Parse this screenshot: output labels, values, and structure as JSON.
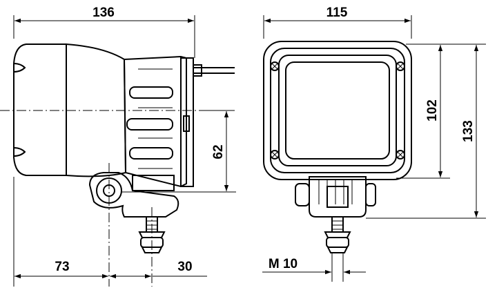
{
  "dimensions": {
    "side_width": "136",
    "front_width": "115",
    "height_62": "62",
    "height_102": "102",
    "height_133": "133",
    "offset_73": "73",
    "offset_30": "30",
    "thread": "M 10"
  },
  "colors": {
    "ink": "#000000",
    "shade": "#cfcfcf",
    "light_shade": "#e6e6e6",
    "lens": "#f4f4f4",
    "background": "#ffffff"
  }
}
